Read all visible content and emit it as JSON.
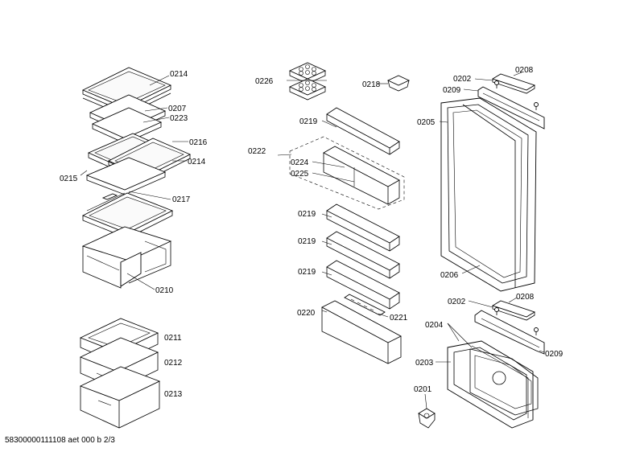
{
  "footer": "58300000111108 aet 000 b 2/3",
  "labels": {
    "l0214a": "0214",
    "l0207": "0207",
    "l0223": "0223",
    "l0216": "0216",
    "l0214b": "0214",
    "l0215": "0215",
    "l0217": "0217",
    "l0210": "0210",
    "l0211": "0211",
    "l0212": "0212",
    "l0213": "0213",
    "l0226": "0226",
    "l0218": "0218",
    "l0219a": "0219",
    "l0222": "0222",
    "l0224": "0224",
    "l0225": "0225",
    "l0219b": "0219",
    "l0219c": "0219",
    "l0219d": "0219",
    "l0220": "0220",
    "l0221": "0221",
    "l0202a": "0202",
    "l0208a": "0208",
    "l0209a": "0209",
    "l0205": "0205",
    "l0206": "0206",
    "l0202b": "0202",
    "l0208b": "0208",
    "l0204": "0204",
    "l0209b": "0209",
    "l0203": "0203",
    "l0201": "0201"
  }
}
